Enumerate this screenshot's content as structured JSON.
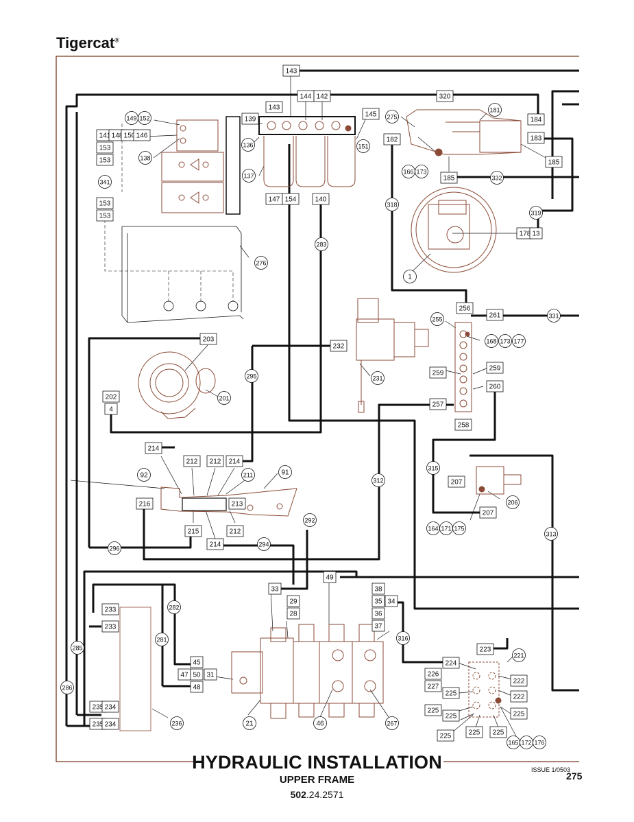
{
  "brand": {
    "name": "Tigercat",
    "mark": "®"
  },
  "title": "HYDRAULIC INSTALLATION",
  "subtitle": "UPPER FRAME",
  "part_number": {
    "bold": "502",
    "rest": ".24.2571"
  },
  "issue": "ISSUE 1/0503",
  "page": "275",
  "colors": {
    "line": "#111111",
    "frame": "#7a3a22",
    "component": "#8a4a35"
  },
  "callouts": {
    "box": [
      {
        "id": "b143a",
        "t": "143"
      },
      {
        "id": "b320",
        "t": "320"
      },
      {
        "id": "b144",
        "t": "144"
      },
      {
        "id": "b142",
        "t": "142"
      },
      {
        "id": "b143b",
        "t": "143"
      },
      {
        "id": "b139",
        "t": "139"
      },
      {
        "id": "b145",
        "t": "145"
      },
      {
        "id": "b141",
        "t": "141"
      },
      {
        "id": "b148",
        "t": "148"
      },
      {
        "id": "b150",
        "t": "150"
      },
      {
        "id": "b146",
        "t": "146"
      },
      {
        "id": "b153a",
        "t": "153"
      },
      {
        "id": "b153b",
        "t": "153"
      },
      {
        "id": "b153c",
        "t": "153"
      },
      {
        "id": "b153d",
        "t": "153"
      },
      {
        "id": "b147",
        "t": "147"
      },
      {
        "id": "b154",
        "t": "154"
      },
      {
        "id": "b140",
        "t": "140"
      },
      {
        "id": "b184",
        "t": "184"
      },
      {
        "id": "b182",
        "t": "182"
      },
      {
        "id": "b183",
        "t": "183"
      },
      {
        "id": "b185a",
        "t": "185"
      },
      {
        "id": "b185b",
        "t": "185"
      },
      {
        "id": "b178",
        "t": "178"
      },
      {
        "id": "b13",
        "t": "13"
      },
      {
        "id": "b256",
        "t": "256"
      },
      {
        "id": "b261",
        "t": "261"
      },
      {
        "id": "b232",
        "t": "232"
      },
      {
        "id": "b259a",
        "t": "259"
      },
      {
        "id": "b259b",
        "t": "259"
      },
      {
        "id": "b260",
        "t": "260"
      },
      {
        "id": "b257",
        "t": "257"
      },
      {
        "id": "b258",
        "t": "258"
      },
      {
        "id": "b203",
        "t": "203"
      },
      {
        "id": "b202",
        "t": "202"
      },
      {
        "id": "b4",
        "t": "4"
      },
      {
        "id": "b214a",
        "t": "214"
      },
      {
        "id": "b212a",
        "t": "212"
      },
      {
        "id": "b212b",
        "t": "212"
      },
      {
        "id": "b214b",
        "t": "214"
      },
      {
        "id": "b216",
        "t": "216"
      },
      {
        "id": "b213",
        "t": "213"
      },
      {
        "id": "b215",
        "t": "215"
      },
      {
        "id": "b212c",
        "t": "212"
      },
      {
        "id": "b214c",
        "t": "214"
      },
      {
        "id": "b207a",
        "t": "207"
      },
      {
        "id": "b207b",
        "t": "207"
      },
      {
        "id": "b49",
        "t": "49"
      },
      {
        "id": "b33",
        "t": "33"
      },
      {
        "id": "b29",
        "t": "29"
      },
      {
        "id": "b28",
        "t": "28"
      },
      {
        "id": "b38",
        "t": "38"
      },
      {
        "id": "b35",
        "t": "35"
      },
      {
        "id": "b34",
        "t": "34"
      },
      {
        "id": "b36",
        "t": "36"
      },
      {
        "id": "b37",
        "t": "37"
      },
      {
        "id": "b233a",
        "t": "233"
      },
      {
        "id": "b233b",
        "t": "233"
      },
      {
        "id": "b45",
        "t": "45"
      },
      {
        "id": "b47",
        "t": "47"
      },
      {
        "id": "b50",
        "t": "50"
      },
      {
        "id": "b31",
        "t": "31"
      },
      {
        "id": "b48",
        "t": "48"
      },
      {
        "id": "b235a",
        "t": "235"
      },
      {
        "id": "b234a",
        "t": "234"
      },
      {
        "id": "b235b",
        "t": "235"
      },
      {
        "id": "b234b",
        "t": "234"
      },
      {
        "id": "b223",
        "t": "223"
      },
      {
        "id": "b224",
        "t": "224"
      },
      {
        "id": "b226",
        "t": "226"
      },
      {
        "id": "b227",
        "t": "227"
      },
      {
        "id": "b222a",
        "t": "222"
      },
      {
        "id": "b222b",
        "t": "222"
      },
      {
        "id": "b225a",
        "t": "225"
      },
      {
        "id": "b225b",
        "t": "225"
      },
      {
        "id": "b225c",
        "t": "225"
      },
      {
        "id": "b225d",
        "t": "225"
      },
      {
        "id": "b225e",
        "t": "225"
      },
      {
        "id": "b225f",
        "t": "225"
      },
      {
        "id": "b225g",
        "t": "225"
      }
    ],
    "circle": [
      {
        "id": "c149",
        "t": "149"
      },
      {
        "id": "c152",
        "t": "152"
      },
      {
        "id": "c138",
        "t": "138"
      },
      {
        "id": "c136",
        "t": "136"
      },
      {
        "id": "c137",
        "t": "137"
      },
      {
        "id": "c151",
        "t": "151"
      },
      {
        "id": "c341",
        "t": "341"
      },
      {
        "id": "c276",
        "t": "276"
      },
      {
        "id": "c283",
        "t": "283"
      },
      {
        "id": "c275",
        "t": "275"
      },
      {
        "id": "c181",
        "t": "181"
      },
      {
        "id": "c166",
        "t": "166"
      },
      {
        "id": "c173a",
        "t": "173"
      },
      {
        "id": "c332",
        "t": "332"
      },
      {
        "id": "c318",
        "t": "318"
      },
      {
        "id": "c319",
        "t": "319"
      },
      {
        "id": "c1",
        "t": "1"
      },
      {
        "id": "c255",
        "t": "255"
      },
      {
        "id": "c331",
        "t": "331"
      },
      {
        "id": "c168",
        "t": "168"
      },
      {
        "id": "c173b",
        "t": "173"
      },
      {
        "id": "c177",
        "t": "177"
      },
      {
        "id": "c231",
        "t": "231"
      },
      {
        "id": "c295",
        "t": "295"
      },
      {
        "id": "c201",
        "t": "201"
      },
      {
        "id": "c92",
        "t": "92"
      },
      {
        "id": "c211",
        "t": "211"
      },
      {
        "id": "c91",
        "t": "91"
      },
      {
        "id": "c312",
        "t": "312"
      },
      {
        "id": "c292",
        "t": "292"
      },
      {
        "id": "c315",
        "t": "315"
      },
      {
        "id": "c206",
        "t": "206"
      },
      {
        "id": "c164",
        "t": "164"
      },
      {
        "id": "c171a",
        "t": "171"
      },
      {
        "id": "c175",
        "t": "175"
      },
      {
        "id": "c313",
        "t": "313"
      },
      {
        "id": "c296",
        "t": "296"
      },
      {
        "id": "c294",
        "t": "294"
      },
      {
        "id": "c282",
        "t": "282"
      },
      {
        "id": "c281",
        "t": "281"
      },
      {
        "id": "c285",
        "t": "285"
      },
      {
        "id": "c286",
        "t": "286"
      },
      {
        "id": "c316",
        "t": "316"
      },
      {
        "id": "c221",
        "t": "221"
      },
      {
        "id": "c236",
        "t": "236"
      },
      {
        "id": "c21",
        "t": "21"
      },
      {
        "id": "c46",
        "t": "46"
      },
      {
        "id": "c267",
        "t": "267"
      },
      {
        "id": "c165",
        "t": "165"
      },
      {
        "id": "c172",
        "t": "172"
      },
      {
        "id": "c176",
        "t": "176"
      }
    ]
  }
}
